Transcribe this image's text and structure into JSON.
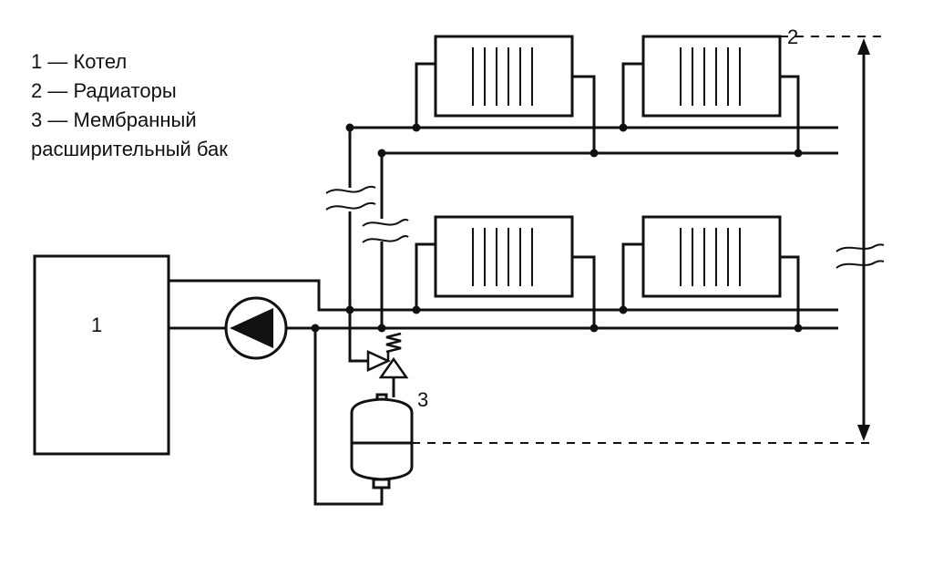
{
  "legend": {
    "item1": "1 — Котел",
    "item2": "2 — Радиаторы",
    "item3_line1": "3 — Мембранный",
    "item3_line2": "расширительный бак"
  },
  "labels": {
    "boiler": "1",
    "radiators": "2",
    "tank": "3"
  },
  "colors": {
    "line": "#111111",
    "background": "#ffffff"
  }
}
